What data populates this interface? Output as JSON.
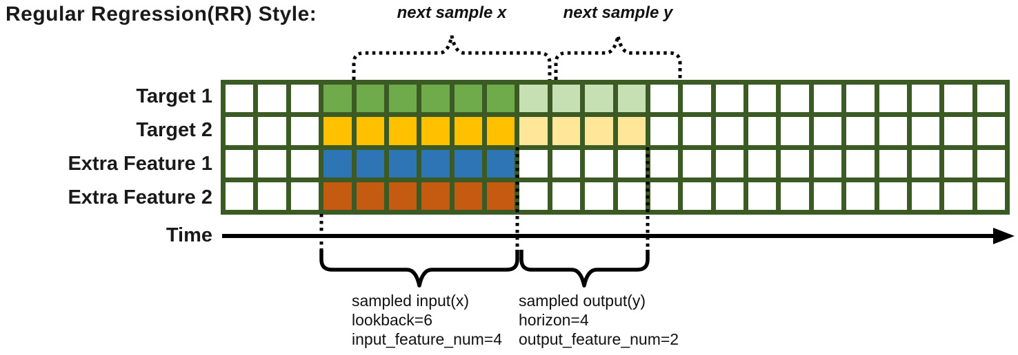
{
  "title": "Regular Regression(RR) Style:",
  "palette": {
    "grid_line": "#3C5B24",
    "empty": "#FFFFFF",
    "target1_input": "#6FAB4B",
    "target1_output": "#C6E0B4",
    "target2_input": "#FFC000",
    "target2_output": "#FFE699",
    "extra1_input": "#2E75B6",
    "extra2_input": "#C55A11",
    "annotation": "#000000"
  },
  "grid": {
    "columns": 24,
    "input_start_col": 3,
    "lookback": 6,
    "horizon": 4,
    "rows": [
      {
        "label": "Target 1",
        "input": "target1_input",
        "output": "target1_output"
      },
      {
        "label": "Target 2",
        "input": "target2_input",
        "output": "target2_output"
      },
      {
        "label": "Extra Feature 1",
        "input": "extra1_input",
        "output": null
      },
      {
        "label": "Extra Feature 2",
        "input": "extra2_input",
        "output": null
      }
    ]
  },
  "labels": {
    "next_sample_x": "next sample x",
    "next_sample_y": "next sample y",
    "time": "Time"
  },
  "annotations": {
    "input_lines": [
      "sampled input(x)",
      "lookback=6",
      "input_feature_num=4"
    ],
    "output_lines": [
      "sampled output(y)",
      "horizon=4",
      "output_feature_num=2"
    ]
  }
}
